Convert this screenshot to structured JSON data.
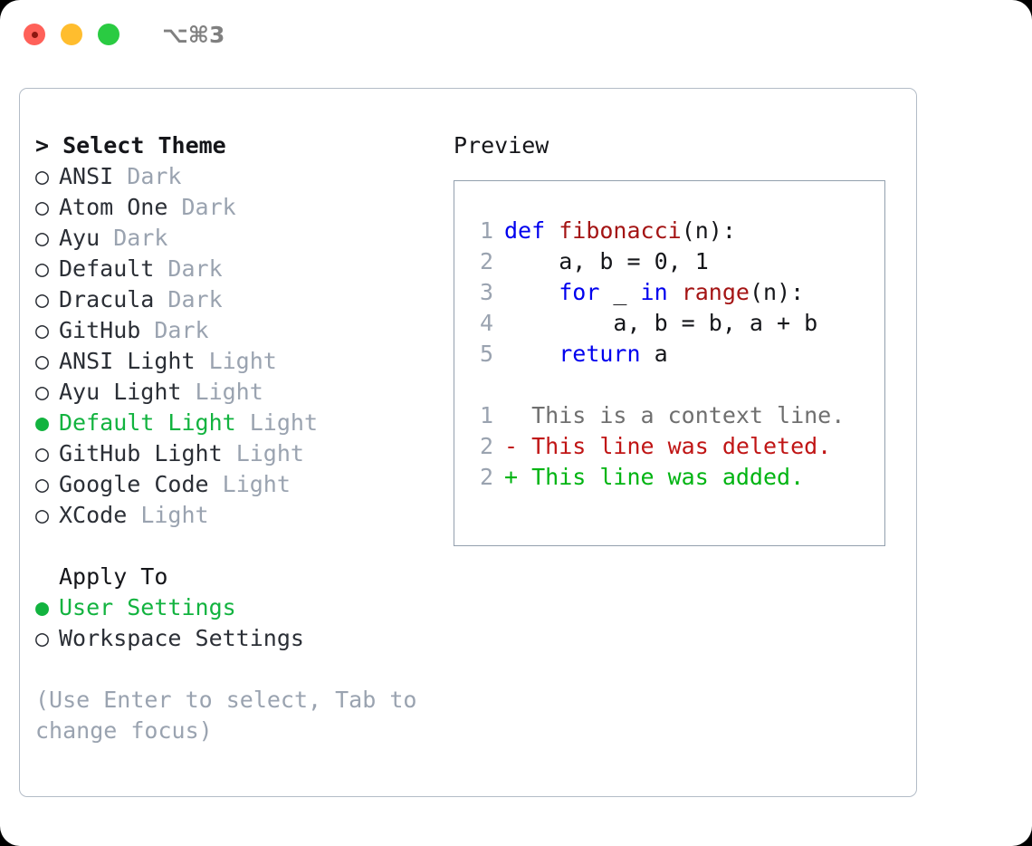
{
  "titlebar": {
    "shortcut": "⌥⌘3",
    "buttons": [
      {
        "name": "close",
        "color": "#ff6159"
      },
      {
        "name": "minimize",
        "color": "#ffbd2e"
      },
      {
        "name": "maximize",
        "color": "#2acb42"
      }
    ]
  },
  "theme_picker": {
    "heading": "> Select Theme",
    "selected_marker": "●",
    "unselected_marker": "○",
    "items": [
      {
        "marker": "○",
        "name": "ANSI",
        "variant": "Dark",
        "selected": false
      },
      {
        "marker": "○",
        "name": "Atom One",
        "variant": "Dark",
        "selected": false
      },
      {
        "marker": "○",
        "name": "Ayu",
        "variant": "Dark",
        "selected": false
      },
      {
        "marker": "○",
        "name": "Default",
        "variant": "Dark",
        "selected": false
      },
      {
        "marker": "○",
        "name": "Dracula",
        "variant": "Dark",
        "selected": false
      },
      {
        "marker": "○",
        "name": "GitHub",
        "variant": "Dark",
        "selected": false
      },
      {
        "marker": "○",
        "name": "ANSI Light",
        "variant": "Light",
        "selected": false
      },
      {
        "marker": "○",
        "name": "Ayu Light",
        "variant": "Light",
        "selected": false
      },
      {
        "marker": "●",
        "name": "Default Light",
        "variant": "Light",
        "selected": true
      },
      {
        "marker": "○",
        "name": "GitHub Light",
        "variant": "Light",
        "selected": false
      },
      {
        "marker": "○",
        "name": "Google Code",
        "variant": "Light",
        "selected": false
      },
      {
        "marker": "○",
        "name": "XCode",
        "variant": "Light",
        "selected": false
      }
    ]
  },
  "apply_to": {
    "heading": "Apply To",
    "items": [
      {
        "marker": "●",
        "label": "User Settings",
        "selected": true
      },
      {
        "marker": "○",
        "label": "Workspace Settings",
        "selected": false
      }
    ]
  },
  "hint": {
    "line1": "(Use Enter to select, Tab to",
    "line2": "change focus)"
  },
  "preview": {
    "title": "Preview",
    "code_lines": [
      {
        "no": "1",
        "tokens": [
          {
            "t": "def ",
            "c": "kw"
          },
          {
            "t": "fibonacci",
            "c": "fn"
          },
          {
            "t": "(n):",
            "c": ""
          }
        ]
      },
      {
        "no": "2",
        "tokens": [
          {
            "t": "    a, b = 0, 1",
            "c": ""
          }
        ]
      },
      {
        "no": "3",
        "tokens": [
          {
            "t": "    ",
            "c": ""
          },
          {
            "t": "for",
            "c": "kw"
          },
          {
            "t": " _ ",
            "c": ""
          },
          {
            "t": "in",
            "c": "kw"
          },
          {
            "t": " ",
            "c": ""
          },
          {
            "t": "range",
            "c": "fn"
          },
          {
            "t": "(n):",
            "c": ""
          }
        ]
      },
      {
        "no": "4",
        "tokens": [
          {
            "t": "        a, b = b, a + b",
            "c": ""
          }
        ]
      },
      {
        "no": "5",
        "tokens": [
          {
            "t": "    ",
            "c": ""
          },
          {
            "t": "return",
            "c": "kw"
          },
          {
            "t": " a",
            "c": ""
          }
        ]
      }
    ],
    "diff_lines": [
      {
        "no": "1",
        "prefix": "  ",
        "text": "This is a context line.",
        "kind": "ctx"
      },
      {
        "no": "2",
        "prefix": "- ",
        "text": "This line was deleted.",
        "kind": "del"
      },
      {
        "no": "2",
        "prefix": "+ ",
        "text": "This line was added.",
        "kind": "add"
      }
    ]
  },
  "colors": {
    "selected_green": "#12b33f",
    "muted_gray": "#9aa3b0",
    "keyword_blue": "#0000ee",
    "function_red": "#a41414",
    "diff_added": "#00b412",
    "diff_deleted": "#c01515",
    "panel_border": "#b3bcc7"
  }
}
